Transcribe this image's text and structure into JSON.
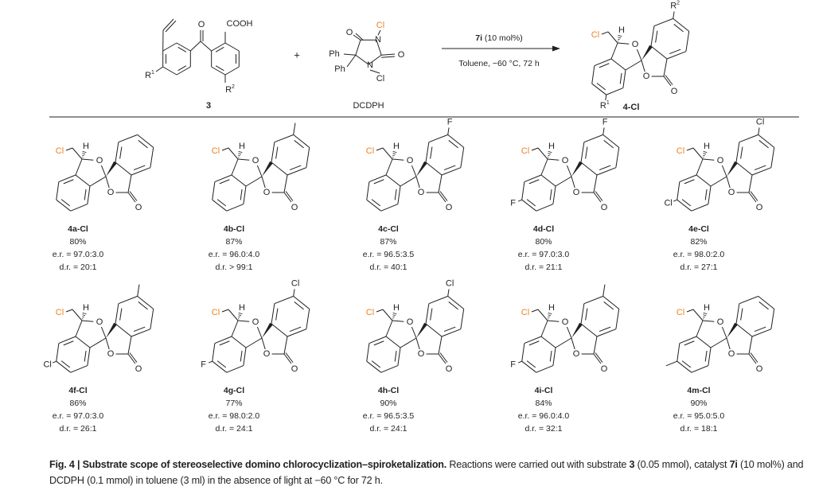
{
  "colors": {
    "chlorine": "#f07f1e",
    "ink": "#231f20"
  },
  "scheme": {
    "reactant": {
      "label": "3",
      "cooh": "COOH",
      "ketone_o": "O",
      "r1": "R",
      "r1_sup": "1",
      "r2": "R",
      "r2_sup": "2"
    },
    "plus": "+",
    "reagent": {
      "label": "DCDPH",
      "cl_top": "Cl",
      "cl_bottom": "Cl",
      "o_left": "O",
      "o_right": "O",
      "n_top": "N",
      "n_bottom": "N",
      "ph1": "Ph",
      "ph2": "Ph"
    },
    "arrow": {
      "catalyst": "7i",
      "catalyst_loading": " (10 mol%)",
      "conditions": "Toluene, −60 °C, 72 h"
    },
    "product": {
      "label": "4-Cl",
      "r1": "R",
      "r1_sup": "1",
      "r2": "R",
      "r2_sup": "2"
    }
  },
  "atoms": {
    "cl": "Cl",
    "h": "H",
    "o": "O",
    "f": "F"
  },
  "compounds": [
    {
      "name": "4a-Cl",
      "yield": "80%",
      "er": "e.r. = 97.0:3.0",
      "dr": "d.r. = 20:1",
      "r1": "",
      "r2": ""
    },
    {
      "name": "4b-Cl",
      "yield": "87%",
      "er": "e.r. = 96.0:4.0",
      "dr": "d.r. > 99:1",
      "r1": "",
      "r2": "Me"
    },
    {
      "name": "4c-Cl",
      "yield": "87%",
      "er": "e.r. = 96.5:3.5",
      "dr": "d.r. = 40:1",
      "r1": "",
      "r2": "F"
    },
    {
      "name": "4d-Cl",
      "yield": "80%",
      "er": "e.r. = 97.0:3.0",
      "dr": "d.r. = 21:1",
      "r1": "F",
      "r2": "F"
    },
    {
      "name": "4e-Cl",
      "yield": "82%",
      "er": "e.r. = 98.0:2.0",
      "dr": "d.r. = 27:1",
      "r1": "Cl",
      "r2": "Cl"
    },
    {
      "name": "4f-Cl",
      "yield": "86%",
      "er": "e.r. = 97.0:3.0",
      "dr": "d.r. = 26:1",
      "r1": "Cl",
      "r2": "Me"
    },
    {
      "name": "4g-Cl",
      "yield": "77%",
      "er": "e.r. = 98.0:2.0",
      "dr": "d.r. = 24:1",
      "r1": "F",
      "r2": "Cl"
    },
    {
      "name": "4h-Cl",
      "yield": "90%",
      "er": "e.r. = 96.5:3.5",
      "dr": "d.r. = 24:1",
      "r1": "",
      "r2": "Cl"
    },
    {
      "name": "4i-Cl",
      "yield": "84%",
      "er": "e.r. = 96.0:4.0",
      "dr": "d.r. = 32:1",
      "r1": "F",
      "r2": "Me"
    },
    {
      "name": "4m-Cl",
      "yield": "90%",
      "er": "e.r. = 95.0:5.0",
      "dr": "d.r. = 18:1",
      "r1": "Me",
      "r2": ""
    }
  ],
  "caption": {
    "fig": "Fig. 4 | Substrate scope of stereoselective domino chlorocyclization–spiroketalization.",
    "t1": " Reactions were carried out with substrate ",
    "b1": "3",
    "t2": " (0.05 mmol), catalyst ",
    "b2": "7i",
    "t3": " (10 mol%) and DCDPH (0.1 mmol) in toluene (3 ml) in the absence of light at −60 °C for 72 h."
  }
}
